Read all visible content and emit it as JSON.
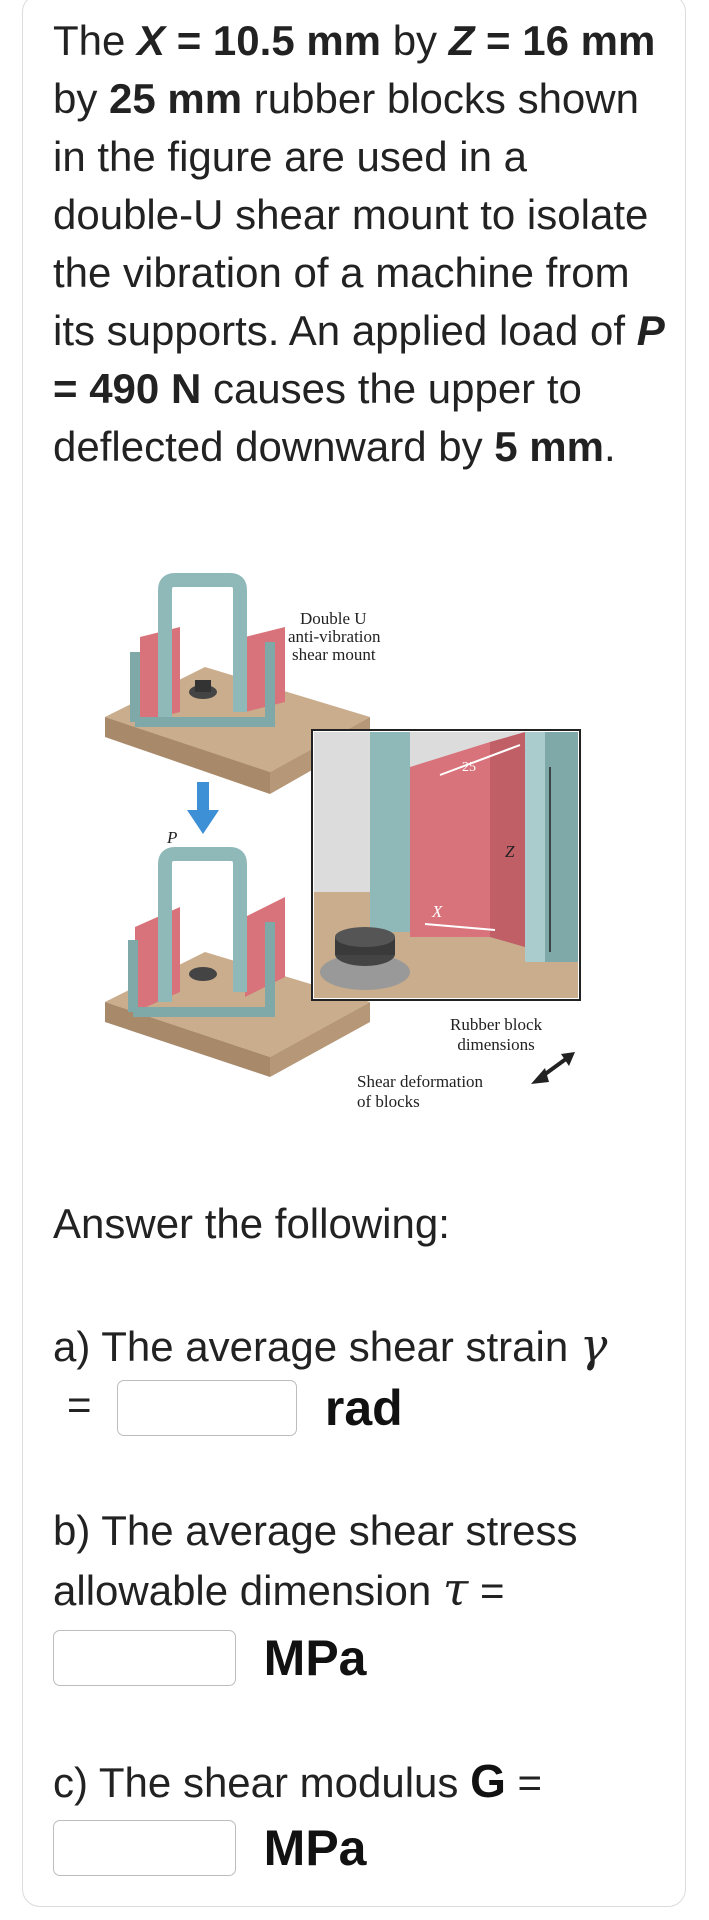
{
  "problem": {
    "t1": "The ",
    "x_sym": "X",
    "x_val": " = 10.5 mm",
    "t2": " by ",
    "z_sym": "Z",
    "z_val": " = 16 mm",
    "t3": " by ",
    "len_val": "25 mm",
    "t4": " rubber blocks shown in the figure are used in a double-U shear mount to isolate the vibration of a machine from its supports. An applied load of ",
    "p_sym": "P",
    "p_val": " = 490 N",
    "t5": " causes the upper to deflected downward by ",
    "defl_val": "5 mm",
    "t6": "."
  },
  "figure": {
    "label_mount_1": "Double U",
    "label_mount_2": "anti-vibration",
    "label_mount_3": "shear mount",
    "label_p": "P",
    "label_25": "25",
    "label_z": "Z",
    "label_x": "X",
    "label_dims_1": "Rubber block",
    "label_dims_2": "dimensions",
    "label_shear_1": "Shear deformation",
    "label_shear_2": "of blocks"
  },
  "answer_heading": "Answer the following:",
  "questions": {
    "a_text": "a) The average shear strain",
    "a_symbol": "γ",
    "a_eq": "=",
    "a_unit": "rad",
    "b_text": "b) The average shear stress allowable dimension",
    "b_symbol": "τ",
    "b_eq": "=",
    "b_unit": "MPa",
    "c_text": "c) The shear modulus",
    "c_symbol": "G",
    "c_eq": "=",
    "c_unit": "MPa"
  },
  "inputs": {
    "a_value": "",
    "b_value": "",
    "c_value": ""
  },
  "colors": {
    "rubber": "#d9737b",
    "steel": "#8fb9b9",
    "base": "#c9ad8c",
    "arrow": "#3d8fd6"
  }
}
